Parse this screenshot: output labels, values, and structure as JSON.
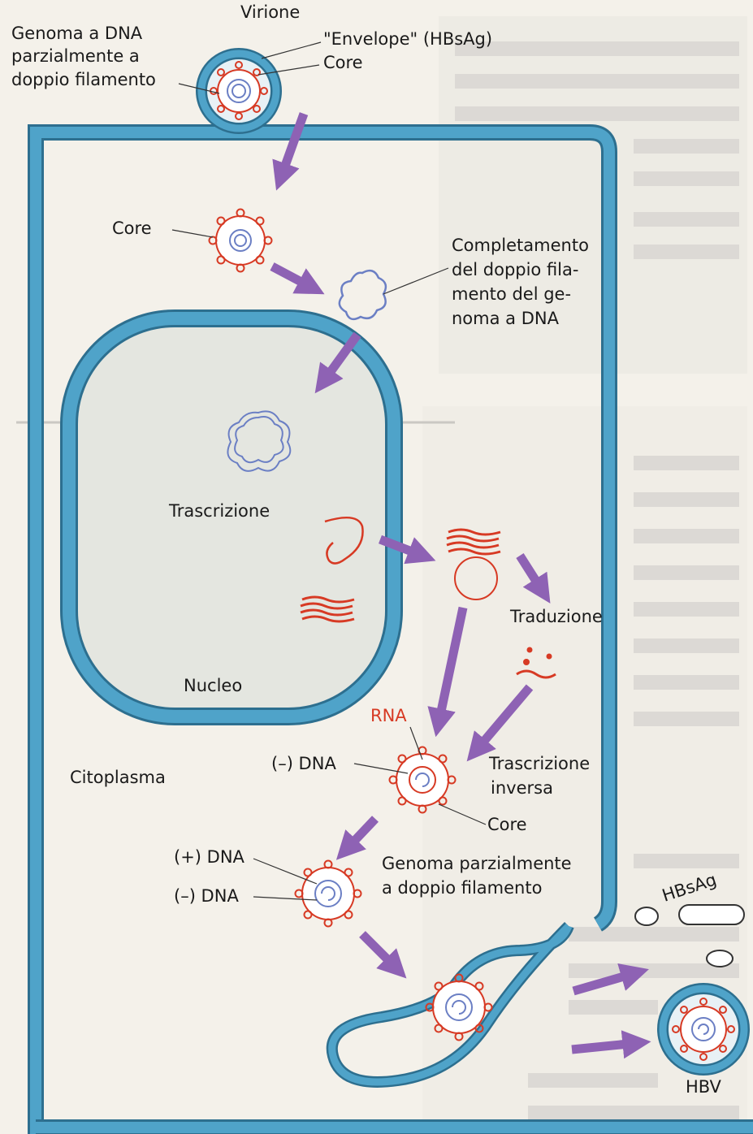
{
  "labels": {
    "virione": "Virione",
    "genoma_line1": "Genoma a DNA",
    "genoma_line2": "parzialmente a",
    "genoma_line3": "doppio filamento",
    "envelope": "\"Envelope\" (HBsAg)",
    "core_top": "Core",
    "core_mid": "Core",
    "completamento_line1": "Completamento",
    "completamento_line2": "del doppio fila-",
    "completamento_line3": "mento del ge-",
    "completamento_line4": "noma a DNA",
    "trascrizione": "Trascrizione",
    "traduzione": "Traduzione",
    "nucleo": "Nucleo",
    "rna": "RNA",
    "minus_dna_top": "(–) DNA",
    "trascrizione_inversa_line1": "Trascrizione",
    "trascrizione_inversa_line2": "inversa",
    "citoplasma": "Citoplasma",
    "core_bottom": "Core",
    "plus_dna": "(+) DNA",
    "minus_dna_bottom": "(–) DNA",
    "genoma_parz_line1": "Genoma parzialmente",
    "genoma_parz_line2": "a doppio filamento",
    "hbsag": "HBsAg",
    "hbv": "HBV"
  },
  "colors": {
    "membrane": "#4fa3c9",
    "membrane_outline": "#2d6f8f",
    "arrow": "#8e62b4",
    "rna": "#d73a24",
    "dna": "#6b7fc4",
    "background": "#f4f1ea"
  }
}
